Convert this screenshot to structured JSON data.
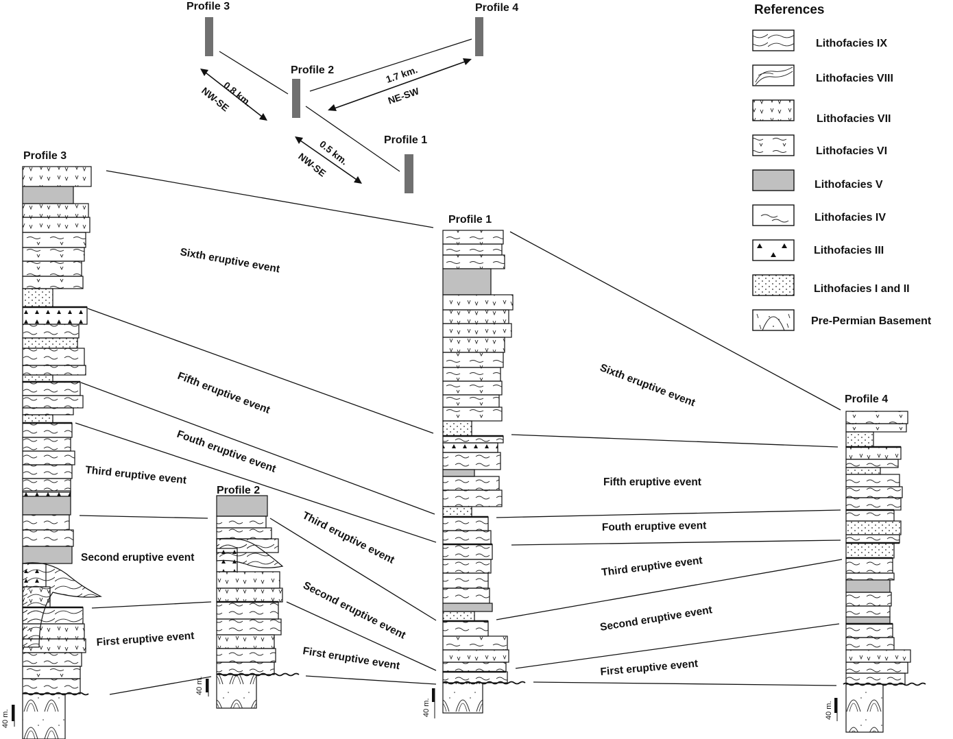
{
  "legend": {
    "title": "References",
    "items": [
      {
        "id": "ix",
        "label": "Lithofacies IX"
      },
      {
        "id": "viii",
        "label": "Lithofacies VIII"
      },
      {
        "id": "vii",
        "label": "Lithofacies VII"
      },
      {
        "id": "vi",
        "label": "Lithofacies VI"
      },
      {
        "id": "v",
        "label": "Lithofacies V",
        "color": "#c0c0c0"
      },
      {
        "id": "iv",
        "label": "Lithofacies IV"
      },
      {
        "id": "iii",
        "label": "Lithofacies III"
      },
      {
        "id": "i_ii",
        "label": "Lithofacies I and II"
      },
      {
        "id": "basement",
        "label": "Pre-Permian Basement"
      }
    ]
  },
  "location_map": {
    "profiles": [
      "Profile 3",
      "Profile 2",
      "Profile 4",
      "Profile 1"
    ],
    "links": [
      {
        "distance": "0.8 km.",
        "direction": "NW-SE"
      },
      {
        "distance": "1.7 km.",
        "direction": "NE-SW"
      },
      {
        "distance": "0.5 km.",
        "direction": "NW-SE"
      }
    ]
  },
  "columns": {
    "profile3": {
      "title": "Profile 3",
      "scale": "40 m."
    },
    "profile2": {
      "title": "Profile 2",
      "scale": "40 m."
    },
    "profile1": {
      "title": "Profile 1",
      "scale": "40 m."
    },
    "profile4": {
      "title": "Profile 4",
      "scale": "40 m."
    }
  },
  "events": {
    "sixth": "Sixth eruptive event",
    "fifth": "Fifth eruptive event",
    "fourth": "Fouth eruptive event",
    "third": "Third eruptive event",
    "second": "Second eruptive event",
    "first": "First eruptive event"
  },
  "colors": {
    "lithofacies_v": "#c0c0c0",
    "profile_bar": "#707070",
    "ink": "#111111"
  }
}
